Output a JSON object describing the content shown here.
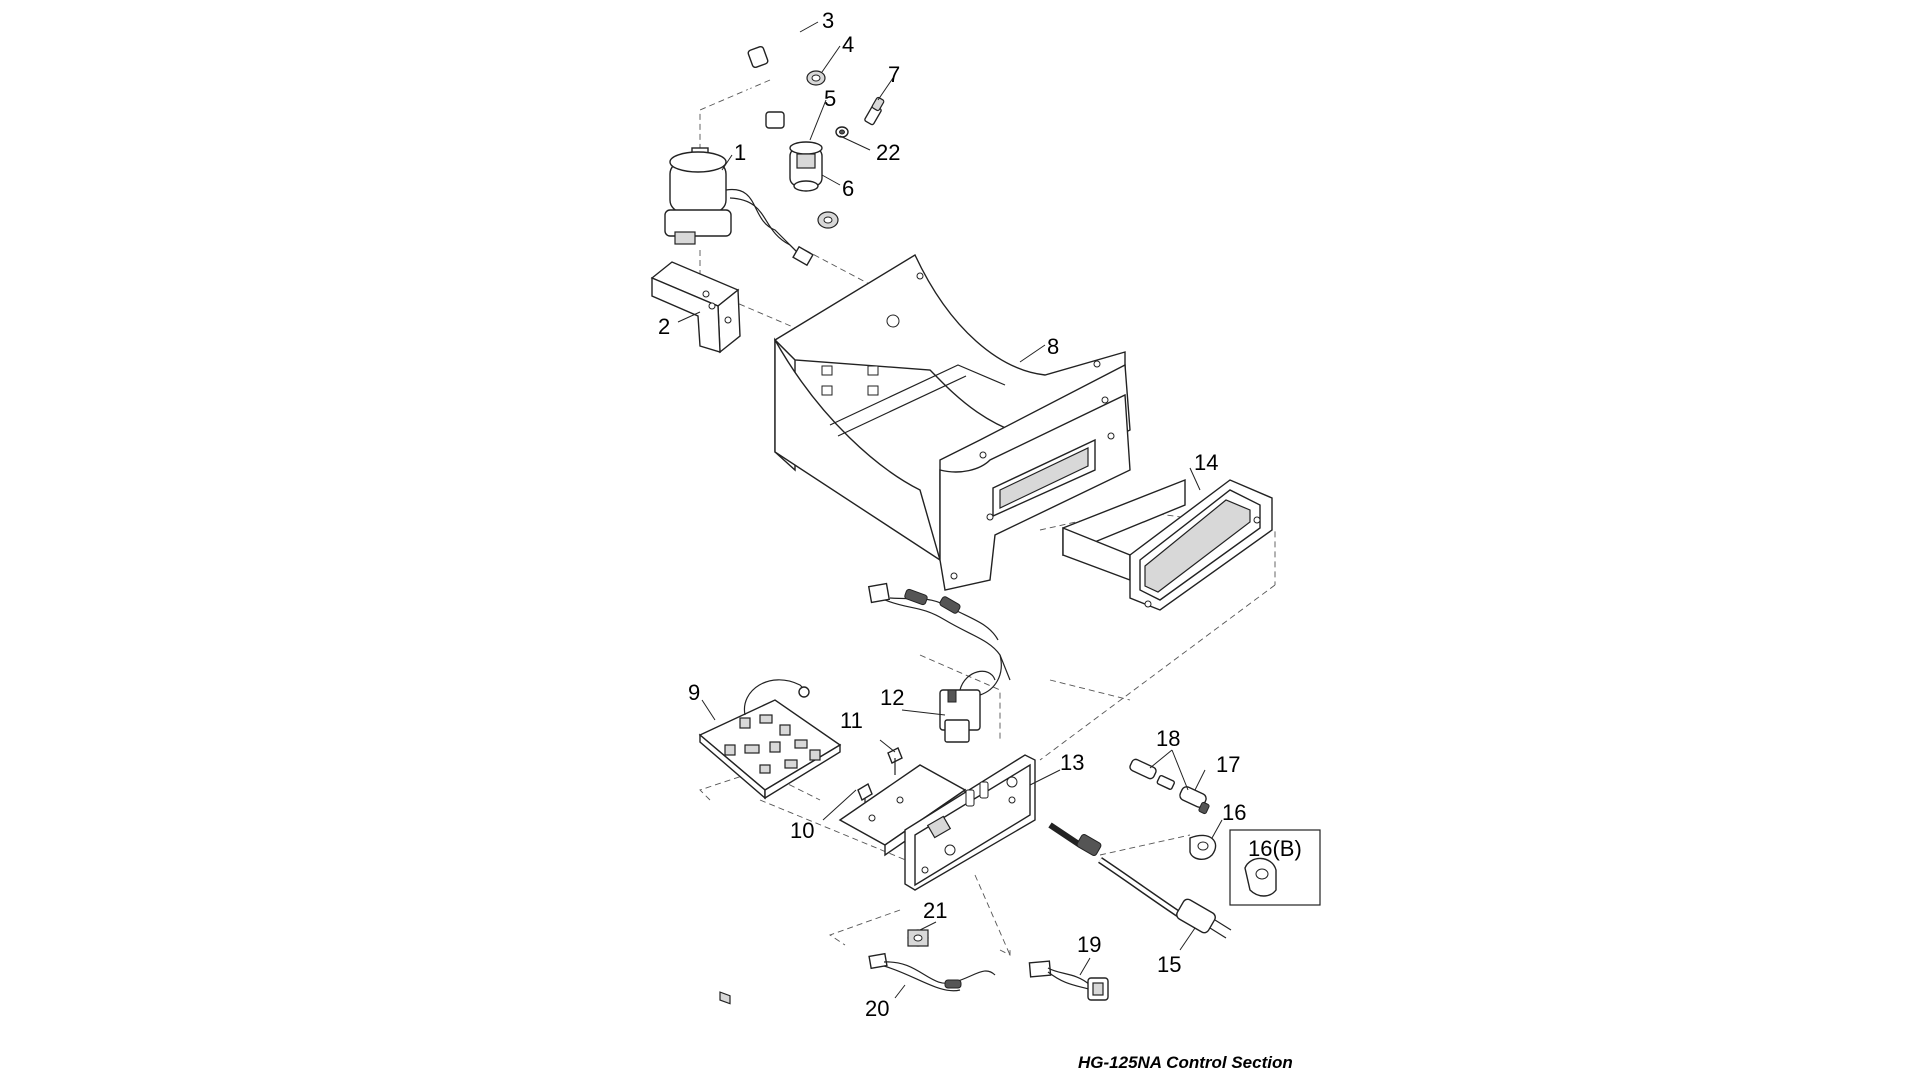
{
  "caption": "HG-125NA Control Section",
  "callouts": {
    "c1": "1",
    "c2": "2",
    "c3": "3",
    "c4": "4",
    "c5": "5",
    "c6": "6",
    "c7": "7",
    "c8": "8",
    "c9": "9",
    "c10": "10",
    "c11": "11",
    "c12": "12",
    "c13": "13",
    "c14": "14",
    "c15": "15",
    "c16": "16",
    "c16b": "16(B)",
    "c17": "17",
    "c18": "18",
    "c19": "19",
    "c20": "20",
    "c21": "21",
    "c22": "22"
  }
}
